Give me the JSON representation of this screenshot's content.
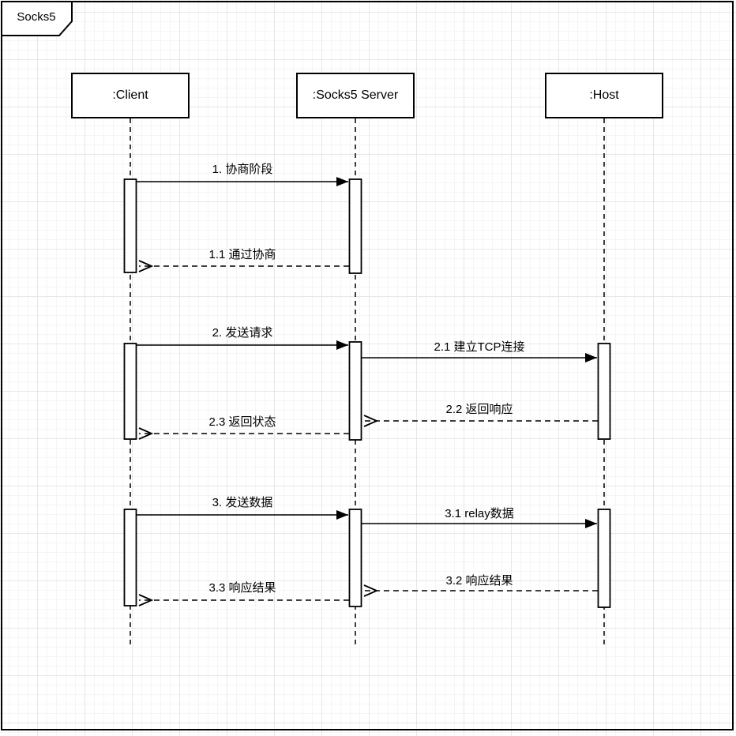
{
  "frame": {
    "title": "Socks5"
  },
  "colors": {
    "stroke": "#000000",
    "background": "#ffffff",
    "grid_minor": "#f5f5f5",
    "grid_major": "#e7e7e7"
  },
  "actors": [
    {
      "id": "client",
      "label": ":Client"
    },
    {
      "id": "server",
      "label": ":Socks5 Server"
    },
    {
      "id": "host",
      "label": ":Host"
    }
  ],
  "messages": [
    {
      "seq": "1",
      "label": "1. 协商阶段",
      "from": "client",
      "to": "server",
      "line": "solid"
    },
    {
      "seq": "1.1",
      "label": "1.1 通过协商",
      "from": "server",
      "to": "client",
      "line": "dashed"
    },
    {
      "seq": "2",
      "label": "2. 发送请求",
      "from": "client",
      "to": "server",
      "line": "solid"
    },
    {
      "seq": "2.1",
      "label": "2.1 建立TCP连接",
      "from": "server",
      "to": "host",
      "line": "solid"
    },
    {
      "seq": "2.2",
      "label": "2.2 返回响应",
      "from": "host",
      "to": "server",
      "line": "dashed"
    },
    {
      "seq": "2.3",
      "label": "2.3 返回状态",
      "from": "server",
      "to": "client",
      "line": "dashed"
    },
    {
      "seq": "3",
      "label": "3. 发送数据",
      "from": "client",
      "to": "server",
      "line": "solid"
    },
    {
      "seq": "3.1",
      "label": "3.1 relay数据",
      "from": "server",
      "to": "host",
      "line": "solid"
    },
    {
      "seq": "3.2",
      "label": "3.2 响应结果",
      "from": "host",
      "to": "server",
      "line": "dashed"
    },
    {
      "seq": "3.3",
      "label": "3.3 响应结果",
      "from": "server",
      "to": "client",
      "line": "dashed"
    }
  ]
}
